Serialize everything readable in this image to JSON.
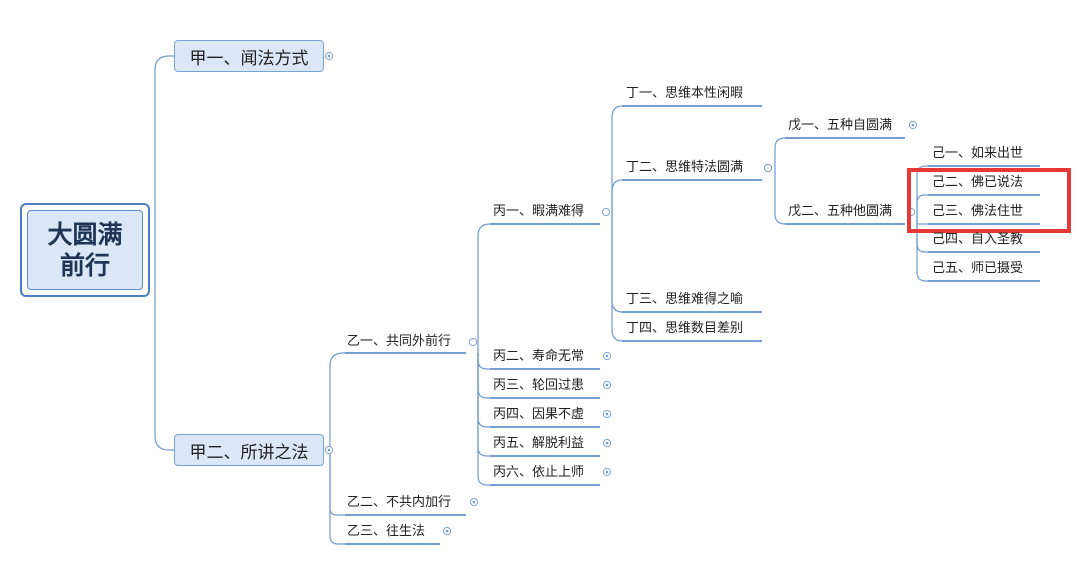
{
  "root": {
    "line1": "大圆满",
    "line2": "前行"
  },
  "jia1": "甲一、闻法方式",
  "jia2": "甲二、所讲之法",
  "yi1": "乙一、共同外前行",
  "yi2": "乙二、不共内加行",
  "yi3": "乙三、往生法",
  "bing1": "丙一、暇满难得",
  "bing2": "丙二、寿命无常",
  "bing3": "丙三、轮回过患",
  "bing4": "丙四、因果不虚",
  "bing5": "丙五、解脱利益",
  "bing6": "丙六、依止上师",
  "ding1": "丁一、思维本性闲暇",
  "ding2": "丁二、思维特法圆满",
  "ding3": "丁三、思维难得之喻",
  "ding4": "丁四、思维数目差别",
  "wu1": "戊一、五种自圆满",
  "wu2": "戊二、五种他圆满",
  "ji1": "己一、如来出世",
  "ji2": "己二、佛已说法",
  "ji3": "己三、佛法住世",
  "ji4": "己四、自入圣教",
  "ji5": "己五、师已摄受",
  "colors": {
    "branch_line": "#6f9bd1",
    "underline": "#4a7fc1",
    "node_fill": "#dbe7f6",
    "highlight": "#e53935"
  }
}
